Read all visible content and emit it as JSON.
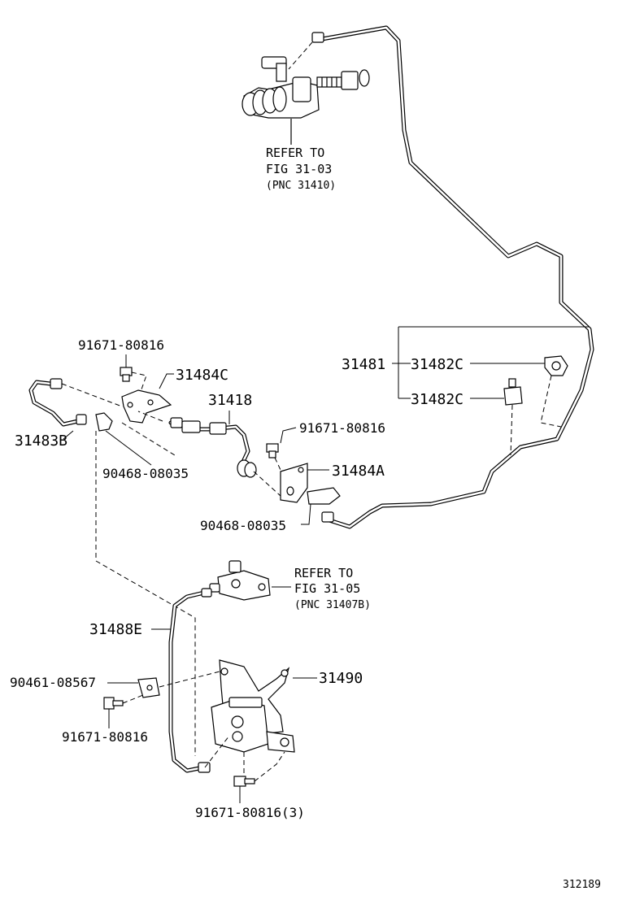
{
  "labels": {
    "refer_top": {
      "line1": "REFER TO",
      "line2": "FIG 31-03",
      "line3": "(PNC 31410)"
    },
    "refer_mid": {
      "line1": "REFER TO",
      "line2": "FIG 31-05",
      "line3": "(PNC 31407B)"
    },
    "bolt_top": "91671-80816",
    "bracket_c": "31484C",
    "hose": "31418",
    "tube_b": "31483B",
    "clip_left": "90468-08035",
    "bolt_mid": "91671-80816",
    "bracket_a": "31484A",
    "clip_mid": "90468-08035",
    "tube_main": "31481",
    "clip_c_top": "31482C",
    "clip_c_bottom": "31482C",
    "tube_e": "31488E",
    "bracket_490": "31490",
    "clamp": "90461-08567",
    "bolt_lower": "91671-80816",
    "bolt_bottom": "91671-80816(3)"
  },
  "figure_number": "312189"
}
